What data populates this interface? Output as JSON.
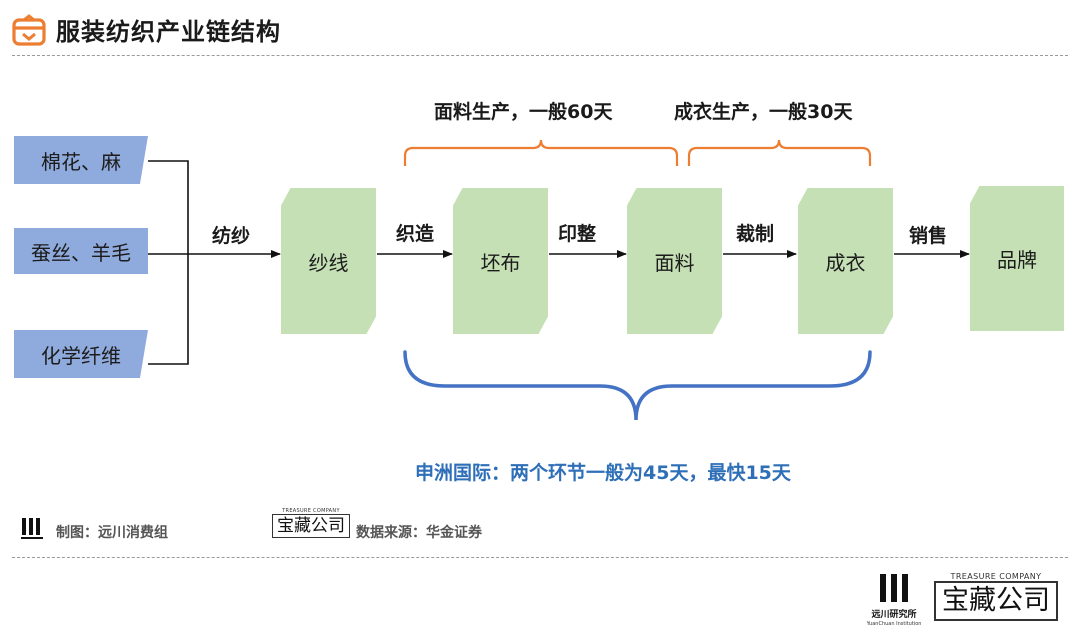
{
  "header": {
    "title": "服装纺织产业链结构"
  },
  "sources": [
    "棉花、麻",
    "蚕丝、羊毛",
    "化学纤维"
  ],
  "stages": [
    "纱线",
    "坯布",
    "面料",
    "成衣",
    "品牌"
  ],
  "processes": [
    "纺纱",
    "织造",
    "印整",
    "裁制",
    "销售"
  ],
  "brackets": {
    "fabric": "面料生产，一般60天",
    "garment": "成衣生产，一般30天"
  },
  "note": "申洲国际：两个环节一般为45天，最快15天",
  "footer": {
    "made_by": "制图：远川消费组",
    "source": "数据来源：华金证券",
    "treasure_small": "TREASURE COMPANY",
    "treasure_main": "宝藏公司",
    "yc_name": "远川研究所",
    "yc_sub": "YuanChuan Institution"
  },
  "colors": {
    "source_box": "#8faadc",
    "stage_box": "#c5e0b4",
    "orange_bracket": "#ed7d31",
    "blue_bracket": "#4472c4",
    "note_text": "#2e6fb8",
    "title_icon": "#ed7d31"
  }
}
